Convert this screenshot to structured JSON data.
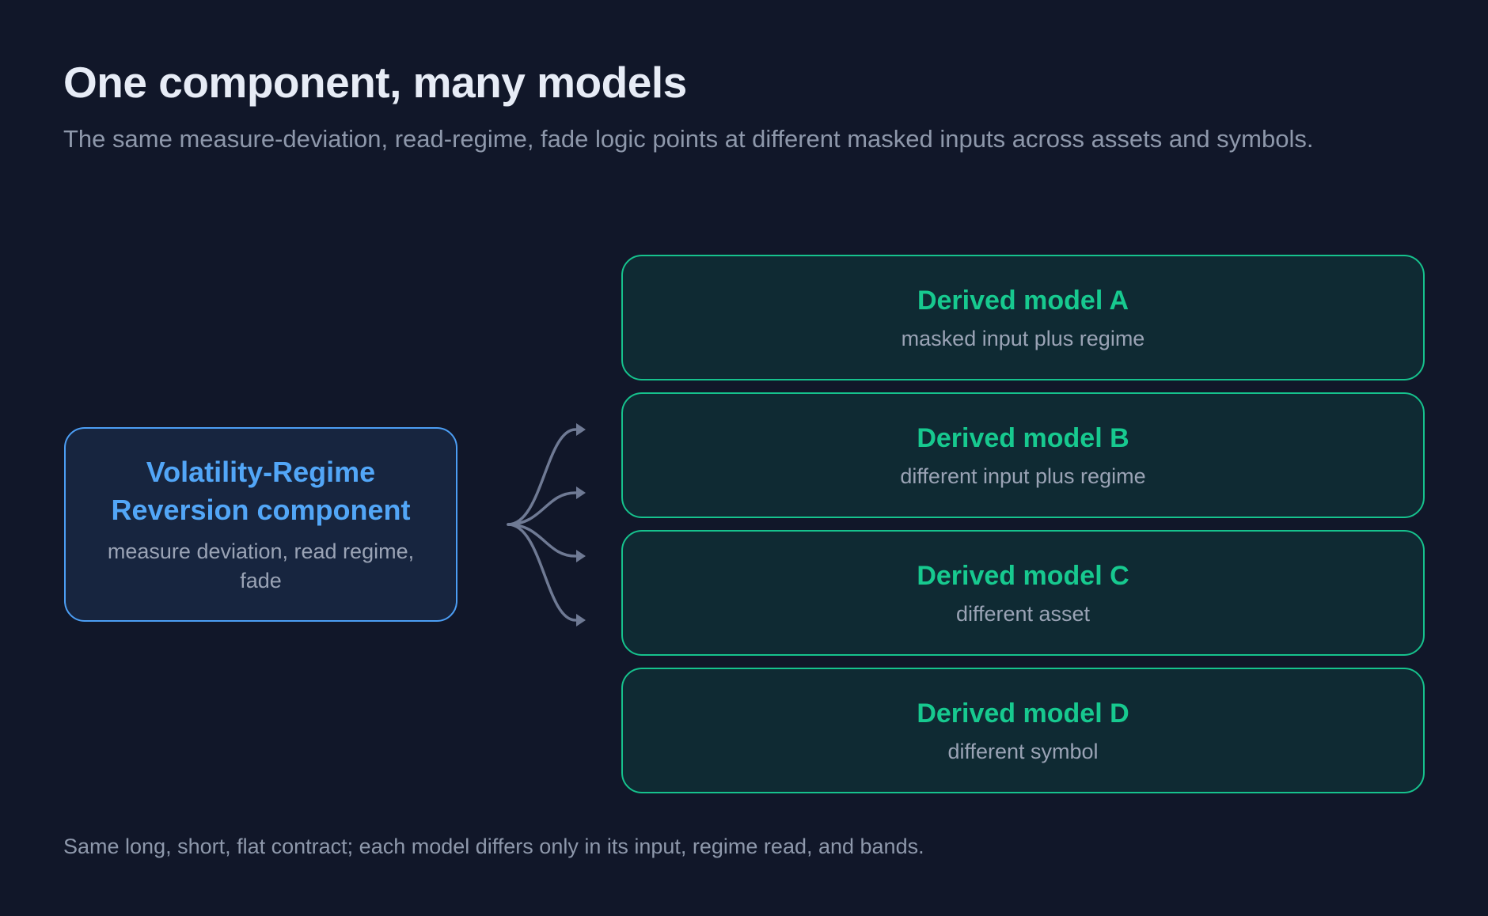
{
  "header": {
    "title": "One component, many models",
    "subtitle": "The same measure-deviation, read-regime, fade logic points at different masked inputs across assets and symbols."
  },
  "component": {
    "title": "Volatility-Regime Reversion component",
    "description": "measure deviation, read regime, fade"
  },
  "models": [
    {
      "name": "Derived model A",
      "description": "masked input plus regime"
    },
    {
      "name": "Derived model B",
      "description": "different input plus regime"
    },
    {
      "name": "Derived model C",
      "description": "different asset"
    },
    {
      "name": "Derived model D",
      "description": "different symbol"
    }
  ],
  "footnote": "Same long, short, flat contract; each model differs only in its input, regime read, and bands.",
  "colors": {
    "background": "#111729",
    "component_accent": "#4c9ef4",
    "model_accent": "#16c28d",
    "connector": "#6f7a94"
  }
}
